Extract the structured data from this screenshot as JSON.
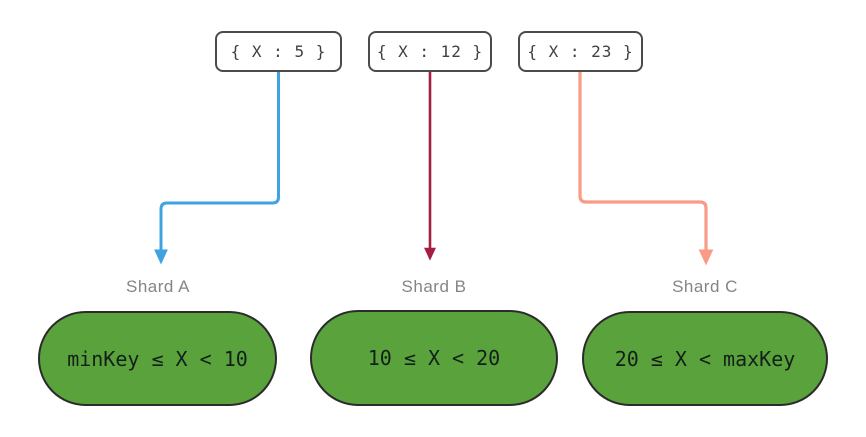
{
  "documents": [
    {
      "label": "{ X : 5 }",
      "arrow_color": "#3fa3e0",
      "target": "Shard A"
    },
    {
      "label": "{ X : 12 }",
      "arrow_color": "#a31e41",
      "target": "Shard B"
    },
    {
      "label": "{ X : 23 }",
      "arrow_color": "#f89b87",
      "target": "Shard C"
    }
  ],
  "shards": [
    {
      "name": "Shard A",
      "range": "minKey ≤ X < 10"
    },
    {
      "name": "Shard B",
      "range": "10 ≤ X < 20"
    },
    {
      "name": "Shard C",
      "range": "20 ≤ X < maxKey"
    }
  ],
  "colors": {
    "background": "#ffffff",
    "document_border": "#4b4b4b",
    "document_text": "#404040",
    "shard_fill": "#5aa33c",
    "shard_border": "#2b2b2b",
    "shard_text": "#132019",
    "shard_label_text": "#858585",
    "arrow_blue": "#3fa3e0",
    "arrow_crimson": "#a31e41",
    "arrow_salmon": "#f89b87"
  }
}
